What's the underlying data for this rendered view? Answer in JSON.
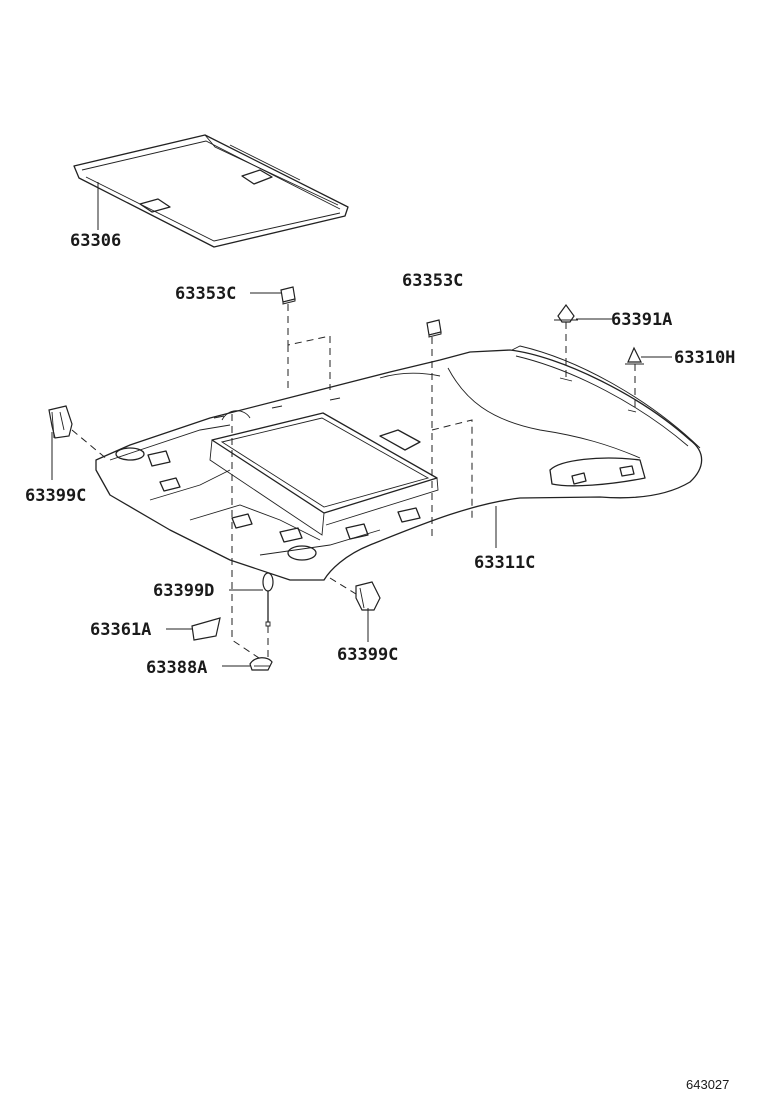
{
  "diagram": {
    "labels": {
      "sunshade": "63306",
      "pad_left": "63353C",
      "pad_center": "63353C",
      "clip_top": "63391A",
      "clip_right": "63310H",
      "clip_left": "63399C",
      "headliner": "63311C",
      "wire_harness": "63399D",
      "tape": "63361A",
      "cap": "63388A",
      "clip_bottom": "63399C"
    },
    "reference_code": "643027"
  }
}
